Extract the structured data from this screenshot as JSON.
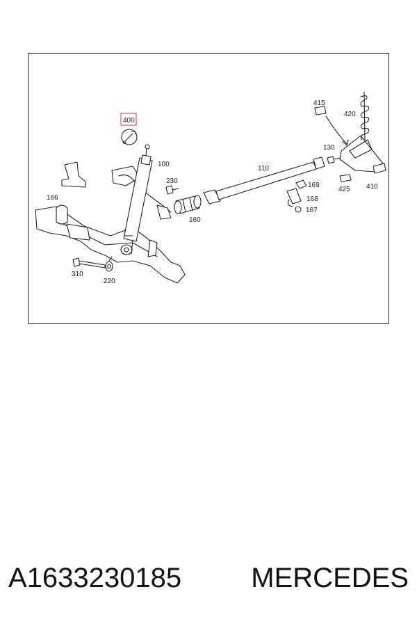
{
  "diagram": {
    "labels": {
      "p400": "400",
      "p100": "100",
      "p230": "230",
      "p166": "166",
      "p160": "160",
      "p110": "110",
      "p130": "130",
      "p169": "169",
      "p168": "168",
      "p167": "167",
      "p310": "310",
      "p220": "220",
      "p415": "415",
      "p420": "420",
      "p425": "425",
      "p410": "410"
    },
    "highlight_color": "#e0303a"
  },
  "footer": {
    "part_number": "A1633230185",
    "brand": "MERCEDES"
  }
}
